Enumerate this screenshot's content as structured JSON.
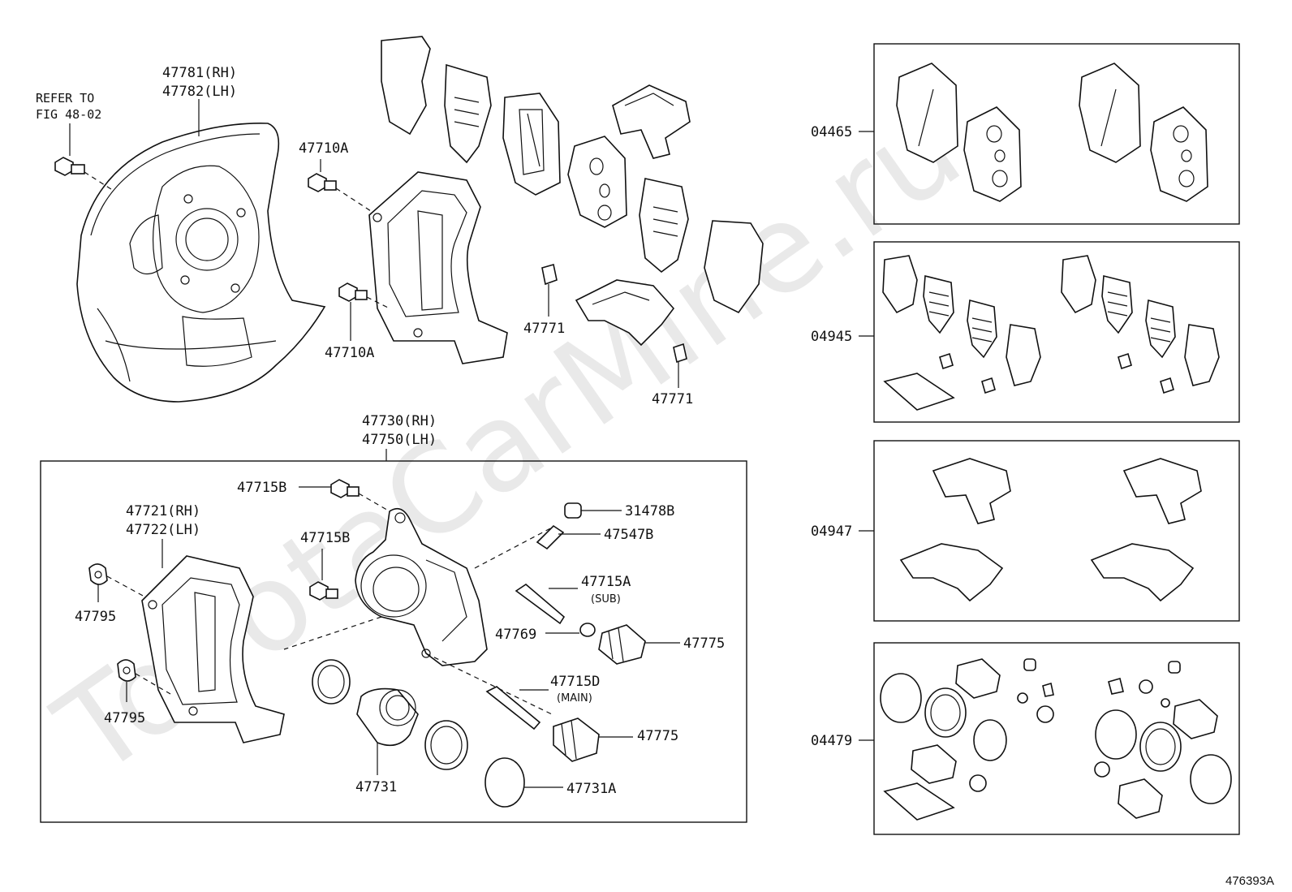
{
  "watermark": "ToyotaCarMine.ru",
  "figure_number": "476393A",
  "refer_note": {
    "line1": "REFER TO",
    "line2": "FIG 48-02"
  },
  "labels": {
    "dust_cover_rh": "47781(RH)",
    "dust_cover_lh": "47782(LH)",
    "bolt_47710a_top": "47710A",
    "bolt_47710a_bottom": "47710A",
    "clip_47771_a": "47771",
    "clip_47771_b": "47771",
    "caliper_rh": "47730(RH)",
    "caliper_lh": "47750(LH)",
    "bolt_47715b_top": "47715B",
    "bolt_47715b_mid": "47715B",
    "mounting_rh": "47721(RH)",
    "mounting_lh": "47722(LH)",
    "plate_47795_a": "47795",
    "plate_47795_b": "47795",
    "cap_31478b": "31478B",
    "bleeder_47547b": "47547B",
    "pin_47715a": "47715A",
    "pin_47715a_note": "(SUB)",
    "bushing_47769": "47769",
    "boot_47775_a": "47775",
    "pin_47715d": "47715D",
    "pin_47715d_note": "(MAIN)",
    "boot_47775_b": "47775",
    "piston_47731": "47731",
    "seal_47731a": "47731A",
    "kit_04465": "04465",
    "kit_04945": "04945",
    "kit_04947": "04947",
    "kit_04479": "04479"
  }
}
